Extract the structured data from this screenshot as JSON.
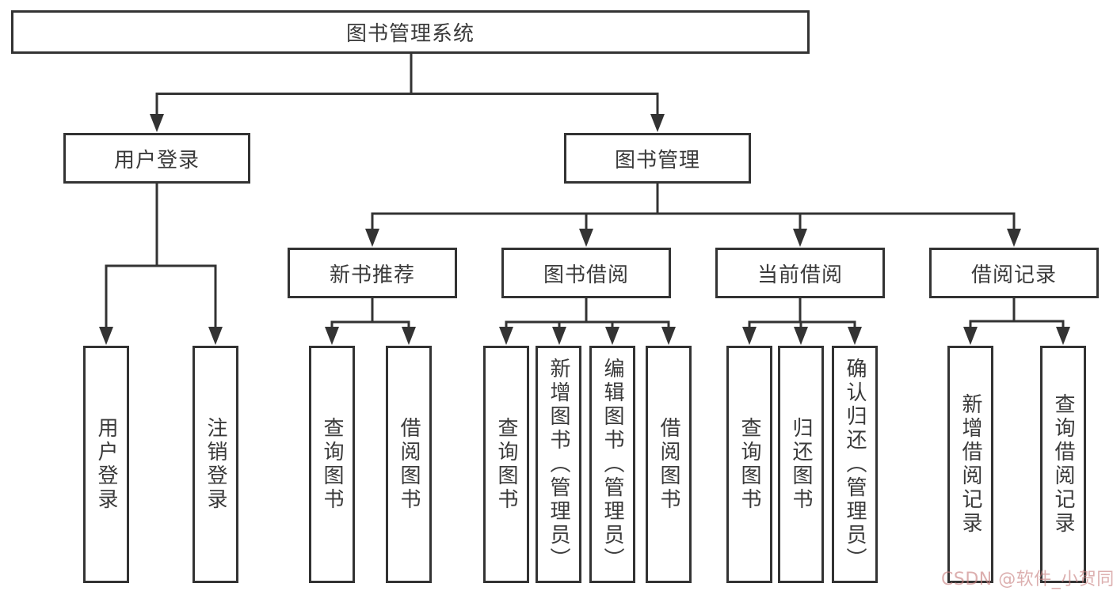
{
  "diagram": {
    "type": "hierarchy-tree",
    "line_color": "#333333",
    "background": "#ffffff",
    "tree": {
      "label": "图书管理系统",
      "children": [
        {
          "label": "用户登录",
          "children": [
            {
              "label": "用户登录"
            },
            {
              "label": "注销登录"
            }
          ]
        },
        {
          "label": "图书管理",
          "children": [
            {
              "label": "新书推荐",
              "children": [
                {
                  "label": "查询图书"
                },
                {
                  "label": "借阅图书"
                }
              ]
            },
            {
              "label": "图书借阅",
              "children": [
                {
                  "label": "查询图书"
                },
                {
                  "label": "新增图书（管理员）"
                },
                {
                  "label": "编辑图书（管理员）"
                },
                {
                  "label": "借阅图书"
                }
              ]
            },
            {
              "label": "当前借阅",
              "children": [
                {
                  "label": "查询图书"
                },
                {
                  "label": "归还图书"
                },
                {
                  "label": "确认归还（管理员）"
                }
              ]
            },
            {
              "label": "借阅记录",
              "children": [
                {
                  "label": "新增借阅记录"
                },
                {
                  "label": "查询借阅记录"
                }
              ]
            }
          ]
        }
      ]
    },
    "watermark": {
      "text": "CSDN @软件_小贺同学",
      "color": "#c67e7e"
    }
  }
}
